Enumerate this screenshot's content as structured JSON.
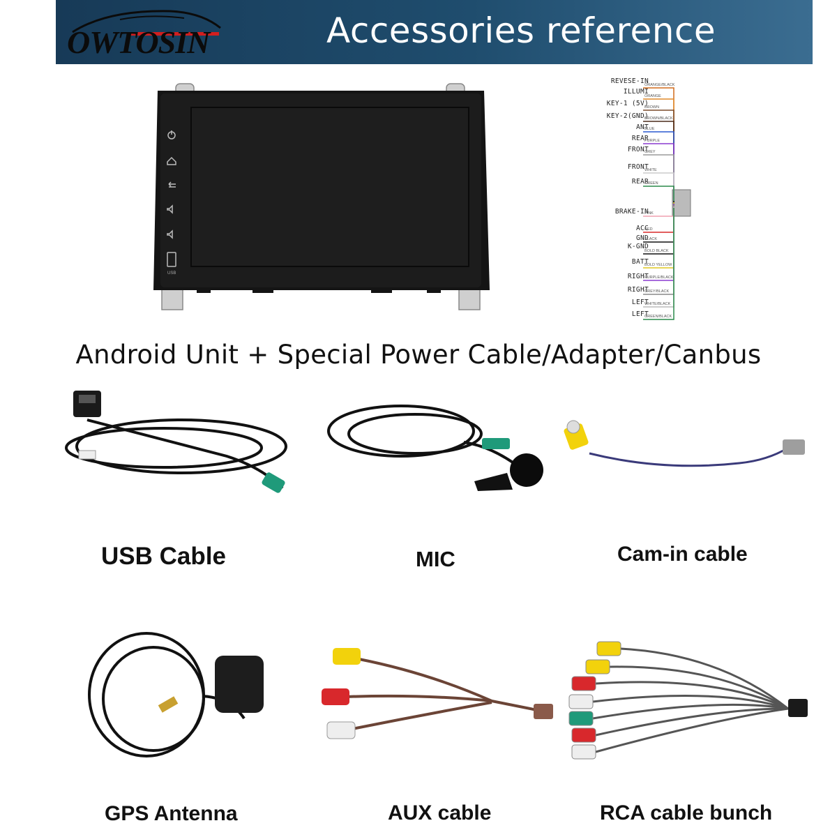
{
  "header": {
    "brand": "OWTOSIN",
    "title": "Accessories reference"
  },
  "harness": {
    "labels": [
      "REVESE-IN",
      "ILLUMI",
      "KEY-1 (5V)",
      "KEY-2(GND)",
      "ANT",
      "REAR",
      "FRONT",
      "FRONT",
      "REAR",
      "BRAKE-IN",
      "ACC",
      "GND",
      "K-GND",
      "BATT",
      "RIGHT",
      "RIGHT",
      "LEFT",
      "LEFT"
    ],
    "wires": [
      "ORANGE/BLACK",
      "ORANGE",
      "BROWN",
      "BROWN/BLACK",
      "BLUE",
      "PURPLE",
      "GREY",
      "WHITE",
      "GREEN",
      "PINK",
      "RED",
      "BLACK",
      "BOLD BLACK",
      "BOLD YELLOW",
      "PURPLE/BLACK",
      "GREY/BLACK",
      "WHITE/BLACK",
      "GREEN/BLACK"
    ]
  },
  "unit": {
    "usb_label": "USB"
  },
  "main_caption": "Android Unit + Special Power Cable/Adapter/Canbus",
  "accessories": [
    {
      "label": "USB Cable"
    },
    {
      "label": "MIC"
    },
    {
      "label": "Cam-in cable"
    },
    {
      "label": "GPS Antenna"
    },
    {
      "label": "AUX cable"
    },
    {
      "label": "RCA cable bunch"
    }
  ],
  "colors": {
    "banner_dark": "#173a57",
    "banner_light": "#3b6d91",
    "logo_red": "#d21f1f",
    "rca_yellow": "#f2d20c",
    "rca_red": "#d8282c",
    "rca_white": "#eeeeee",
    "rca_green": "#1f9a7a"
  }
}
